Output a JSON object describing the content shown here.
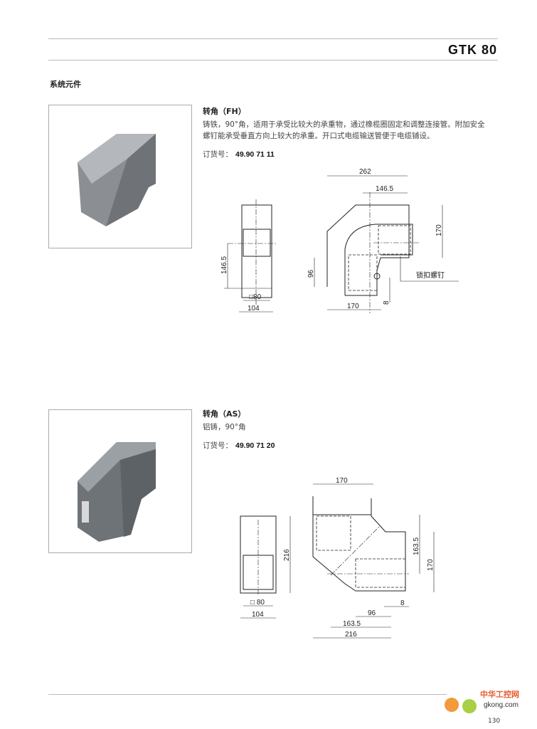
{
  "header": {
    "title": "GTK 80"
  },
  "section": {
    "title": "系统元件"
  },
  "products": [
    {
      "title": "转角（FH）",
      "description": "铸铁，90°角，适用于承受比较大的承重物，通过橡榄圈固定和调整连接管。附加安全螺钉能承受垂直方向上较大的承重。开口式电缆输送管便于电缆铺设。",
      "order_label": "订货号：",
      "order_number": "49.90 71 11",
      "dims": {
        "d262": "262",
        "d146_5_top": "146.5",
        "d170_right": "170",
        "d96": "96",
        "d8": "8",
        "d170_bottom": "170",
        "d146_5_left": "146.5",
        "sq80": "□80",
        "d104": "104",
        "screw_label": "锁扣螺钉"
      }
    },
    {
      "title": "转角（AS）",
      "description": "铝铸，90°角",
      "order_label": "订货号：",
      "order_number": "49.90 71 20",
      "dims": {
        "d170_top": "170",
        "d163_5_right": "163.5",
        "d170_right": "170",
        "d8": "8",
        "d96": "96",
        "d163_5_bottom": "163.5",
        "d216_bottom": "216",
        "d216_left": "216",
        "sq80": "□ 80",
        "d104": "104"
      }
    }
  ],
  "footer": {
    "page_number": "130",
    "watermark": "中华工控网 gkong.com"
  }
}
